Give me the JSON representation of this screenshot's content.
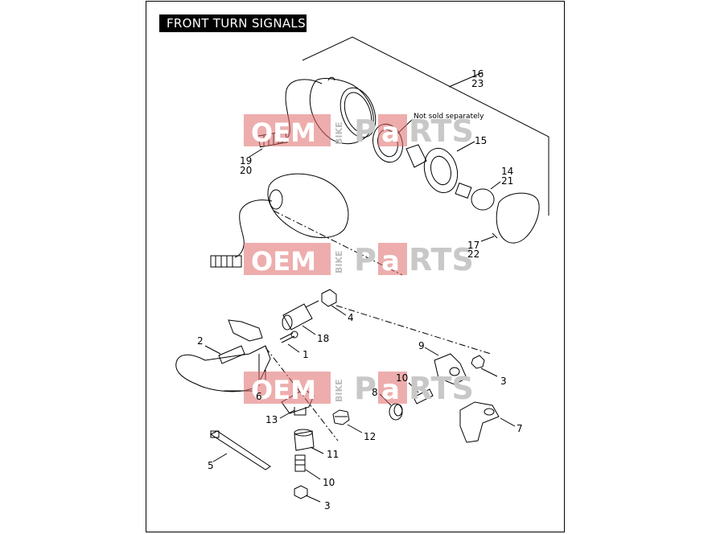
{
  "title": "FRONT TURN SIGNALS",
  "note": "Not sold separately",
  "watermark": {
    "part1": "OEM",
    "part2": "BIKE",
    "part3": "P",
    "part4": "a",
    "part5": "RTS"
  },
  "callouts": [
    {
      "id": "c-16",
      "text": "16"
    },
    {
      "id": "c-23",
      "text": "23"
    },
    {
      "id": "c-15",
      "text": "15"
    },
    {
      "id": "c-14",
      "text": "14"
    },
    {
      "id": "c-21",
      "text": "21"
    },
    {
      "id": "c-19",
      "text": "19"
    },
    {
      "id": "c-20",
      "text": "20"
    },
    {
      "id": "c-17",
      "text": "17"
    },
    {
      "id": "c-22",
      "text": "22"
    },
    {
      "id": "c-4",
      "text": "4"
    },
    {
      "id": "c-18",
      "text": "18"
    },
    {
      "id": "c-2",
      "text": "2"
    },
    {
      "id": "c-1",
      "text": "1"
    },
    {
      "id": "c-9",
      "text": "9"
    },
    {
      "id": "c-3a",
      "text": "3"
    },
    {
      "id": "c-10a",
      "text": "10"
    },
    {
      "id": "c-8",
      "text": "8"
    },
    {
      "id": "c-6",
      "text": "6"
    },
    {
      "id": "c-13",
      "text": "13"
    },
    {
      "id": "c-12",
      "text": "12"
    },
    {
      "id": "c-7",
      "text": "7"
    },
    {
      "id": "c-11",
      "text": "11"
    },
    {
      "id": "c-5",
      "text": "5"
    },
    {
      "id": "c-10b",
      "text": "10"
    },
    {
      "id": "c-3b",
      "text": "3"
    }
  ]
}
